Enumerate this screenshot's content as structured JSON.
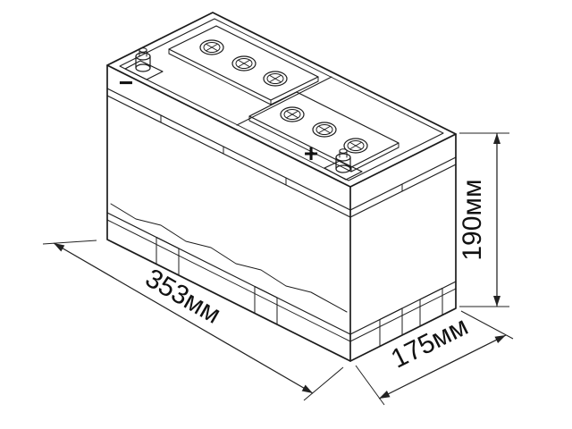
{
  "diagram": {
    "dimensions": {
      "length": {
        "label": "353мм"
      },
      "width": {
        "label": "175мм"
      },
      "height": {
        "label": "190мм"
      }
    },
    "terminal_markings": {
      "negative": "−",
      "positive": "+"
    },
    "colors": {
      "line": "#1c1c1c",
      "dimension_line": "#222222",
      "background": "#ffffff"
    }
  }
}
